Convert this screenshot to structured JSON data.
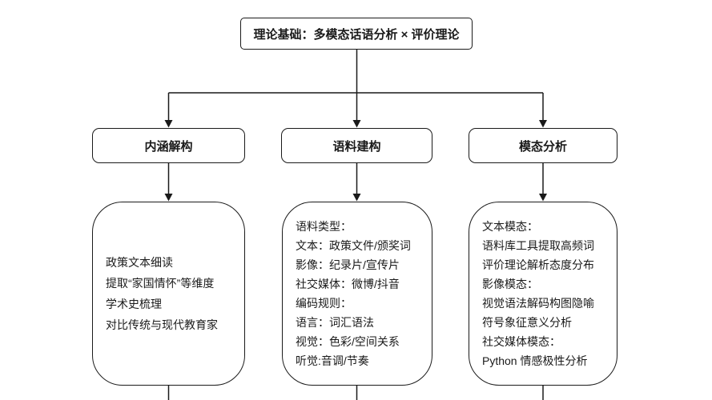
{
  "root": {
    "label": "理论基础：多模态话语分析 × 评价理论"
  },
  "branches": [
    {
      "label": "内涵解构",
      "lines": [
        "政策文本细读",
        "提取“家国情怀”等维度",
        "学术史梳理",
        "对比传统与现代教育家"
      ]
    },
    {
      "label": "语料建构",
      "lines": [
        "语料类型：",
        "文本：政策文件/颁奖词",
        "影像：纪录片/宣传片",
        "社交媒体：微博/抖音",
        "编码规则：",
        "语言：词汇语法",
        "视觉：色彩/空间关系",
        "听觉:音调/节奏"
      ]
    },
    {
      "label": "模态分析",
      "lines": [
        "文本模态：",
        "语料库工具提取高频词",
        "评价理论解析态度分布",
        "影像模态：",
        "视觉语法解码构图隐喻",
        "符号象征意义分析",
        "社交媒体模态：",
        "Python 情感极性分析"
      ]
    }
  ],
  "colors": {
    "background": "#ffffff",
    "stroke": "#1a1a1a",
    "text": "#1a1a1a"
  }
}
